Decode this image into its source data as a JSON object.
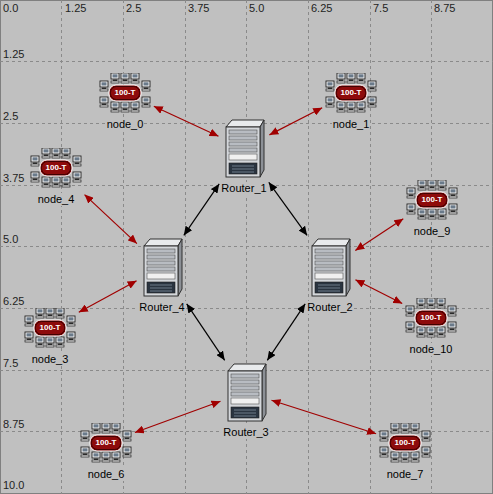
{
  "diagram": {
    "nodes": [
      {
        "text": [
          "100-T",
          "node_0"
        ]
      },
      {
        "text": [
          "100-T",
          "node_1"
        ]
      },
      {
        "text": [
          "Router_1"
        ]
      },
      {
        "text": [
          "100-T",
          "node_4"
        ]
      },
      {
        "text": [
          "100-T",
          "node_9"
        ]
      },
      {
        "text": [
          "Router_4"
        ]
      },
      {
        "text": [
          "Router_2"
        ]
      },
      {
        "text": [
          "100-T",
          "node_3"
        ]
      },
      {
        "text": [
          "100-T",
          "node_10"
        ]
      },
      {
        "text": [
          "Router_3"
        ]
      },
      {
        "text": [
          "100-T",
          "node_6"
        ]
      },
      {
        "text": [
          "100-T",
          "node_7"
        ]
      }
    ],
    "edges": [
      {
        "from": 0,
        "to": 2,
        "arrow": "both"
      },
      {
        "from": 1,
        "to": 2,
        "arrow": "both"
      },
      {
        "from": 2,
        "to": 5,
        "arrow": "both"
      },
      {
        "from": 2,
        "to": 6,
        "arrow": "both"
      },
      {
        "from": 3,
        "to": 5,
        "arrow": "both"
      },
      {
        "from": 4,
        "to": 6,
        "arrow": "both"
      },
      {
        "from": 7,
        "to": 5,
        "arrow": "both"
      },
      {
        "from": 8,
        "to": 6,
        "arrow": "both"
      },
      {
        "from": 5,
        "to": 9,
        "arrow": "both"
      },
      {
        "from": 6,
        "to": 9,
        "arrow": "both"
      },
      {
        "from": 10,
        "to": 9,
        "arrow": "both"
      },
      {
        "from": 11,
        "to": 9,
        "arrow": "both"
      }
    ],
    "labels": [
      "0.0",
      "1.25",
      "2.5",
      "3.75",
      "5.0",
      "6.25",
      "7.5",
      "8.75",
      "1.25",
      "2.5",
      "3.75",
      "5.0",
      "6.25",
      "7.5",
      "8.75",
      "10.0"
    ]
  }
}
